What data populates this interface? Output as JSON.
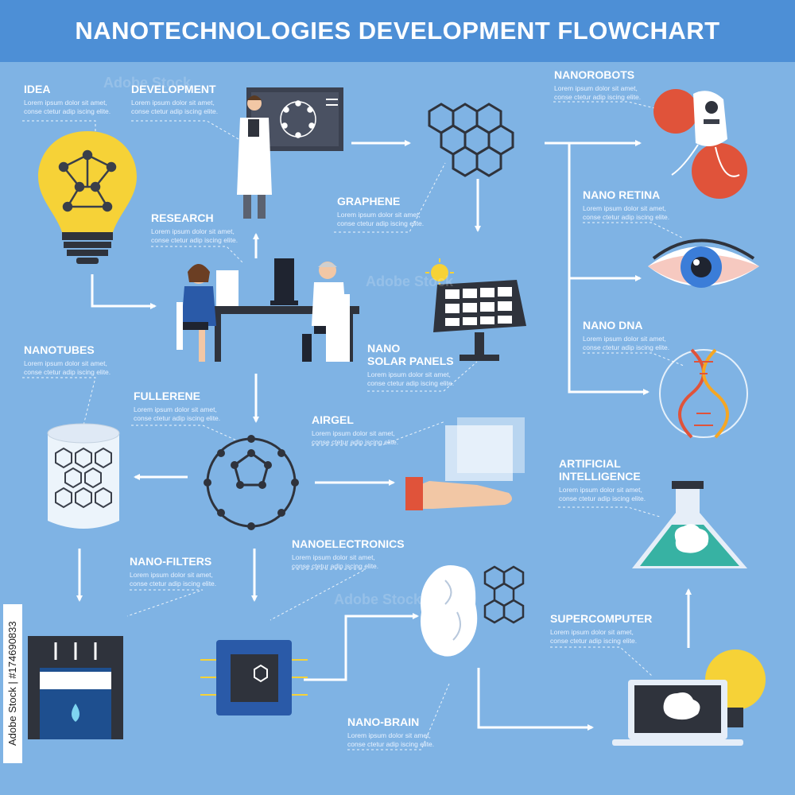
{
  "title": "NANOTECHNOLOGIES DEVELOPMENT FLOWCHART",
  "stock_id": "Adobe Stock | #174690833",
  "watermark": "Adobe Stock",
  "colors": {
    "background": "#7fb3e4",
    "header": "#4d8fd6",
    "arrow": "#ffffff",
    "dark_node": "#3a3f4a",
    "bulb": "#f6d237",
    "helix_red": "#e0533a",
    "helix_orange": "#f5a623"
  },
  "lorem": "Lorem ipsum dolor sit amet,\nconse ctetur adip iscing elite.",
  "nodes": {
    "idea": {
      "label": "IDEA",
      "icon": "lightbulb-icon"
    },
    "development": {
      "label": "DEVELOPMENT",
      "icon": "scientist-board-icon"
    },
    "research": {
      "label": "RESEARCH",
      "icon": "lab-researchers-icon"
    },
    "graphene": {
      "label": "GRAPHENE",
      "icon": "graphene-icon"
    },
    "nanorobots": {
      "label": "NANOROBOTS",
      "icon": "nanorobot-icon"
    },
    "nano_retina": {
      "label": "NANO RETINA",
      "icon": "eye-icon"
    },
    "nano_solar": {
      "label": "NANO\nSOLAR PANELS",
      "icon": "solar-panel-icon"
    },
    "nano_dna": {
      "label": "NANO DNA",
      "icon": "dna-icon"
    },
    "nanotubes": {
      "label": "NANOTUBES",
      "icon": "nanotube-icon"
    },
    "fullerene": {
      "label": "FULLERENE",
      "icon": "fullerene-icon"
    },
    "airgel": {
      "label": "AIRGEL",
      "icon": "airgel-icon"
    },
    "ai": {
      "label": "ARTIFICIAL\nINTELLIGENCE",
      "icon": "flask-brain-icon"
    },
    "nano_filters": {
      "label": "NANO-FILTERS",
      "icon": "filter-icon"
    },
    "nanoelectronics": {
      "label": "NANOELECTRONICS",
      "icon": "chip-icon"
    },
    "supercomputer": {
      "label": "SUPERCOMPUTER",
      "icon": "laptop-icon"
    },
    "nano_brain": {
      "label": "NANO-BRAIN",
      "icon": "brain-icon"
    }
  }
}
